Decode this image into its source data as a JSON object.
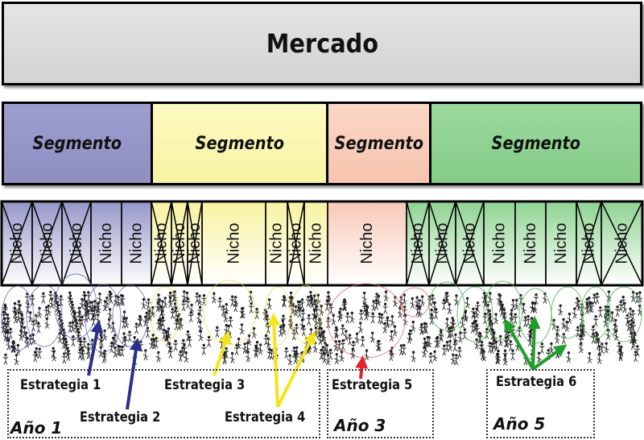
{
  "mercado": {
    "label": "Mercado",
    "color": "#d9d9d9"
  },
  "segments": [
    {
      "label": "Segmento",
      "color": "#9595c8"
    },
    {
      "label": "Segmento",
      "color": "#fbf7b0"
    },
    {
      "label": "Segmento",
      "color": "#f9cdbb"
    },
    {
      "label": "Segmento",
      "color": "#8ed291"
    }
  ],
  "niche_label": "Nicho",
  "niches": [
    {
      "label": "Nicho",
      "crossed": true,
      "segment": 0
    },
    {
      "label": "Nicho",
      "crossed": true,
      "segment": 0
    },
    {
      "label": "Nicho",
      "crossed": true,
      "segment": 0
    },
    {
      "label": "Nicho",
      "crossed": false,
      "segment": 0
    },
    {
      "label": "Nicho",
      "crossed": false,
      "segment": 0
    },
    {
      "label": "Nicho",
      "crossed": true,
      "segment": 1
    },
    {
      "label": "Nicho",
      "crossed": true,
      "segment": 1
    },
    {
      "label": "Nicho",
      "crossed": true,
      "segment": 1
    },
    {
      "label": "Nicho",
      "crossed": false,
      "segment": 1
    },
    {
      "label": "Nicho",
      "crossed": false,
      "segment": 1
    },
    {
      "label": "Nicho",
      "crossed": true,
      "segment": 1
    },
    {
      "label": "Nicho",
      "crossed": false,
      "segment": 1
    },
    {
      "label": "Nicho",
      "crossed": false,
      "segment": 2
    },
    {
      "label": "Nicho",
      "crossed": true,
      "segment": 3
    },
    {
      "label": "Nicho",
      "crossed": true,
      "segment": 3
    },
    {
      "label": "Nicho",
      "crossed": true,
      "segment": 3
    },
    {
      "label": "Nicho",
      "crossed": false,
      "segment": 3
    },
    {
      "label": "Nicho",
      "crossed": false,
      "segment": 3
    },
    {
      "label": "Nicho",
      "crossed": false,
      "segment": 3
    },
    {
      "label": "Nicho",
      "crossed": true,
      "segment": 3
    },
    {
      "label": "Nicho",
      "crossed": true,
      "segment": 3
    }
  ],
  "strategies": [
    {
      "label": "Estrategia 1",
      "color": "#2b2f8c"
    },
    {
      "label": "Estrategia 2",
      "color": "#2b2f8c"
    },
    {
      "label": "Estrategia 3",
      "color": "#f2e51b"
    },
    {
      "label": "Estrategia 4",
      "color": "#f2e51b"
    },
    {
      "label": "Estrategia 5",
      "color": "#e0242b"
    },
    {
      "label": "Estrategia 6",
      "color": "#1f9e2a"
    }
  ],
  "years": [
    {
      "label": "Año 1"
    },
    {
      "label": "Año 3"
    },
    {
      "label": "Año 5"
    }
  ]
}
